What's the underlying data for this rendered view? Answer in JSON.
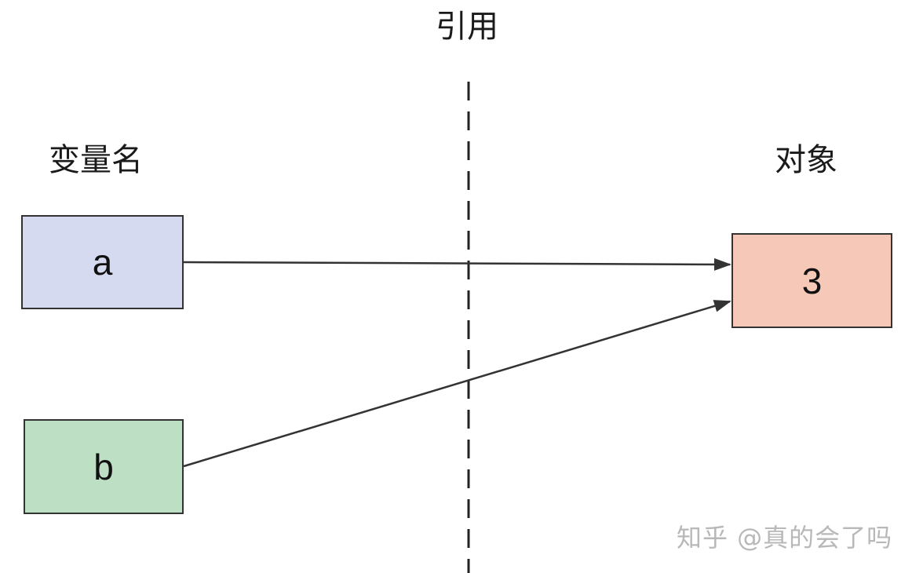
{
  "labels": {
    "reference": "引用",
    "variable_name": "变量名",
    "object": "对象"
  },
  "boxes": {
    "var_a": {
      "text": "a",
      "fill": "#d5daf0"
    },
    "var_b": {
      "text": "b",
      "fill": "#bddfc4"
    },
    "object_3": {
      "text": "3",
      "fill": "#f6c8b8"
    }
  },
  "watermark": "知乎 @真的会了吗",
  "colors": {
    "stroke": "#333333",
    "divider": "#222222"
  }
}
